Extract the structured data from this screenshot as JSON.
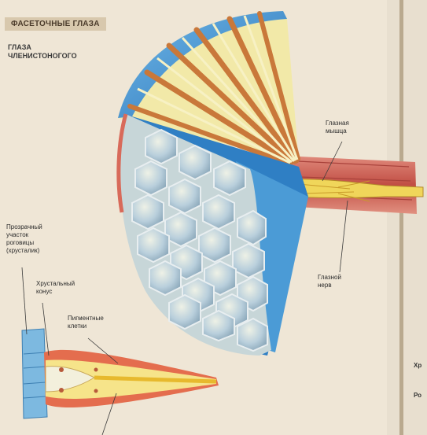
{
  "header": {
    "title": "ФАСЕТОЧНЫЕ ГЛАЗА",
    "subtitle": "ГЛАЗА\nЧЛЕНИСТОНОГОГО"
  },
  "labels": {
    "eye_muscle": "Глазная\nмышца",
    "optic_nerve": "Глазной\nнерв",
    "transparent_cornea": "Прозрачный\nучасток\nроговицы\n(хрусталик)",
    "crystal_cone": "Хрустальный\nконус",
    "pigment_cells": "Пигментные\nклетки"
  },
  "edge_fragments": [
    "Хр",
    "Ро"
  ],
  "colors": {
    "background": "#efe6d6",
    "cornea_blue": "#3d8fd0",
    "ommatidium_yellow": "#f2e9a8",
    "pigment_orange": "#c9783a",
    "muscle_red": "#c85a52",
    "nerve_yellow": "#f0d65a"
  }
}
